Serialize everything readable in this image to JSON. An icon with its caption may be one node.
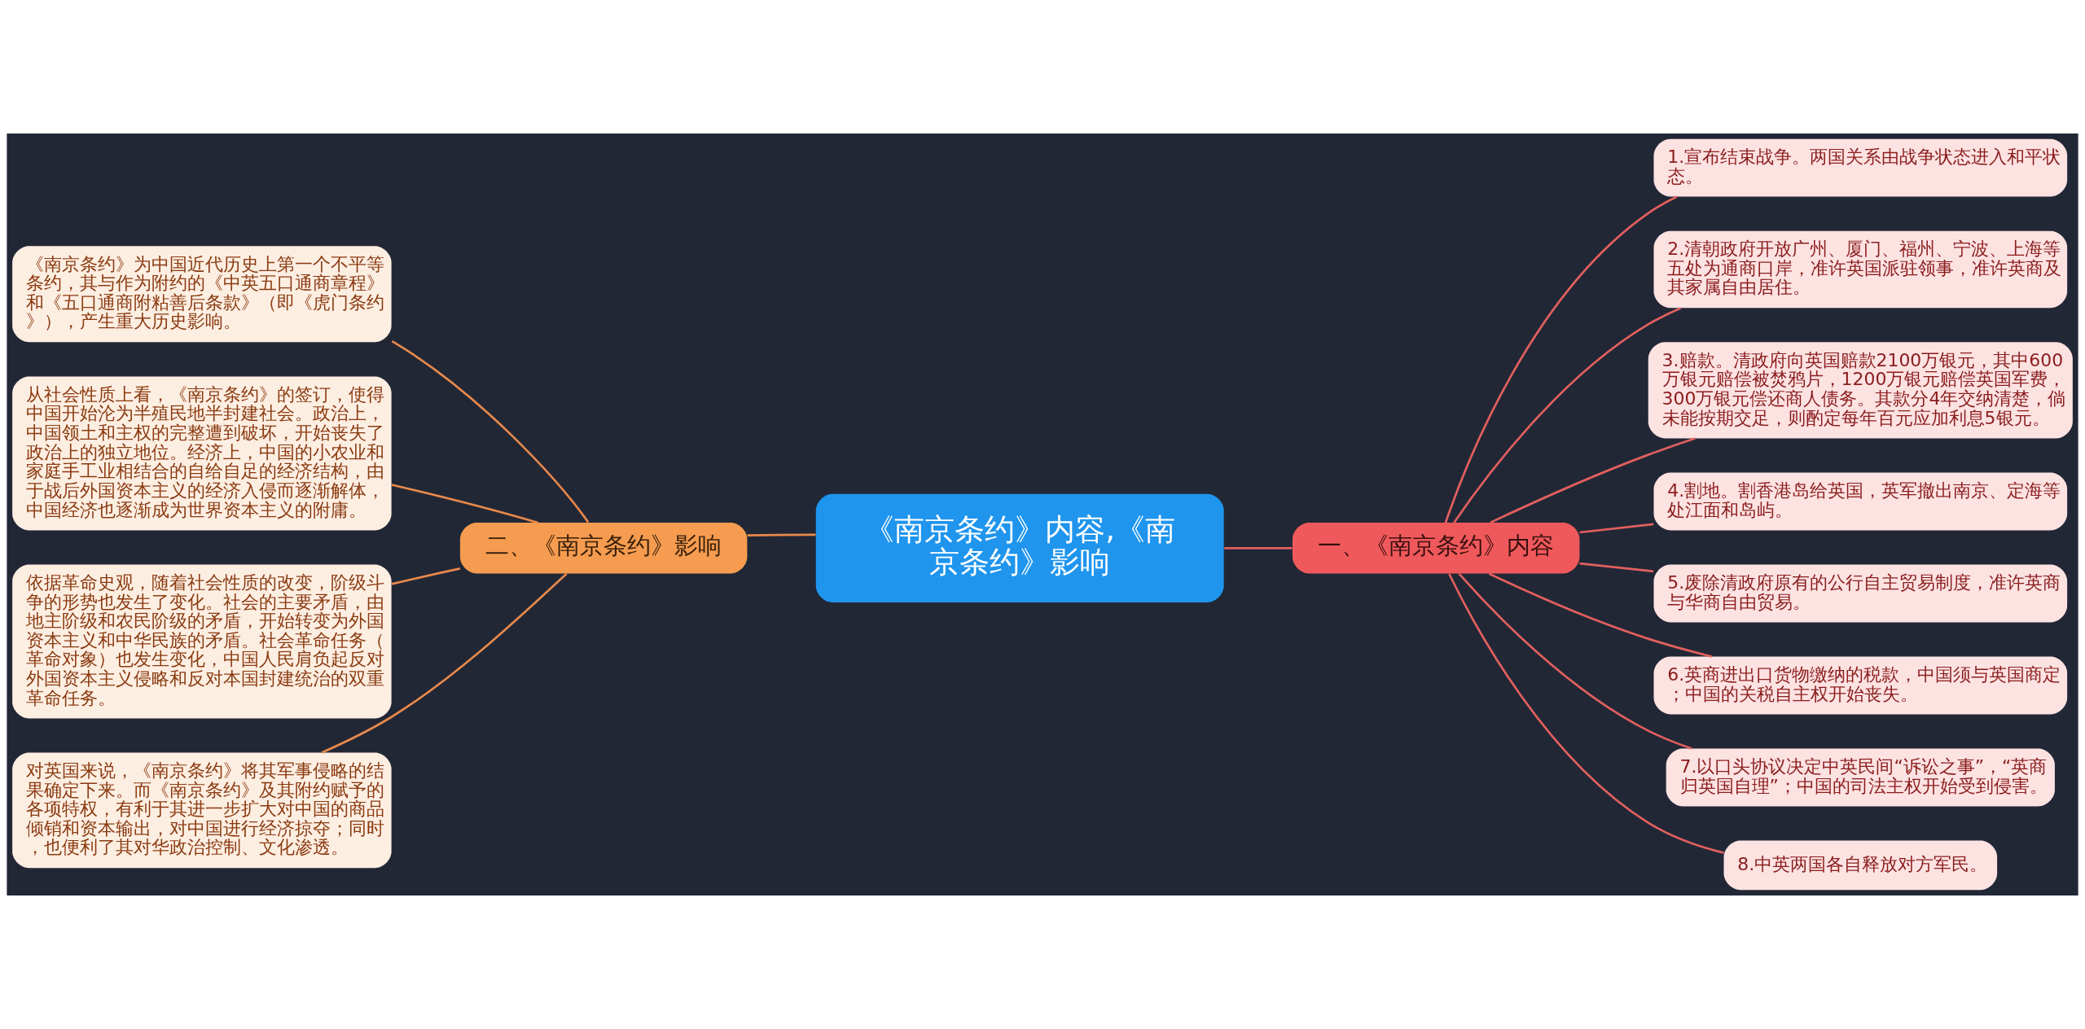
{
  "diagram": {
    "nodes": [
      {
        "text": [
          "《南京条约》内容,《南京条约》影响"
        ]
      },
      {
        "text": [
          "一、《南京条约》内容"
        ]
      },
      {
        "text": [
          "1.宣布结束战争。两国关系由战争状态进入和平状态。"
        ]
      },
      {
        "text": [
          "2.清朝政府开放广州、厦门、福州、宁波、上海等五处为通商口岸，准许英国派驻领事，准许英商及其家属自由居住。"
        ]
      },
      {
        "text": [
          "3.赔款。清政府向英国赔款2100万银元，其中600万银元赔偿被焚鸦片，1200万银元赔偿英国军费，300万银元偿还商人债务。其款分4年交纳清楚，倘未能按期交足，则酌定每年百元应加利息5银元。"
        ]
      },
      {
        "text": [
          "4.割地。割香港岛给英国，英军撤出南京、定海等处江面和岛屿。"
        ]
      },
      {
        "text": [
          "5.废除清政府原有的公行自主贸易制度，准许英商与华商自由贸易。"
        ]
      },
      {
        "text": [
          "6.英商进出口货物缴纳的税款，中国须与英国商定；中国的关税自主权开始丧失。"
        ]
      },
      {
        "text": [
          "7.以口头协议决定中英民间“诉讼之事”，“英商归英国自理”；中国的司法主权开始受到侵害。"
        ]
      },
      {
        "text": [
          "8.中英两国各自释放对方军民。"
        ]
      },
      {
        "text": [
          "二、《南京条约》影响"
        ]
      },
      {
        "text": [
          "《南京条约》为中国近代历史上第一个不平等条约，其与作为附约的《中英五口通商章程》和《五口通商附粘善后条款》（即《虎门条约》），产生重大历史影响。"
        ]
      },
      {
        "text": [
          "从社会性质上看，《南京条约》的签订，使得中国开始沦为半殖民地半封建社会。政治上，中国领土和主权的完整遭到破坏，开始丧失了政治上的独立地位。经济上，中国的小农业和家庭手工业相结合的自给自足的经济结构，由于战后外国资本主义的经济入侵而逐渐解体，中国经济也逐渐成为世界资本主义的附庸。"
        ]
      },
      {
        "text": [
          "依据革命史观，随着社会性质的改变，阶级斗争的形势也发生了变化。社会的主要矛盾，由地主阶级和农民阶级的矛盾，开始转变为外国资本主义和中华民族的矛盾。社会革命任务（革命对象）也发生变化，中国人民肩负起反对外国资本主义侵略和反对本国封建统治的双重革命任务。"
        ]
      },
      {
        "text": [
          "对英国来说，《南京条约》将其军事侵略的结果确定下来。而《南京条约》及其附约赋予的各项特权，有利于其进一步扩大对中国的商品倾销和资本输出，对中国进行经济掠夺；同时，也便利了其对华政治控制、文化渗透。"
        ]
      }
    ],
    "edges": [
      {
        "from": 0,
        "to": 1,
        "arrow": "none"
      },
      {
        "from": 1,
        "to": 2,
        "arrow": "none"
      },
      {
        "from": 1,
        "to": 3,
        "arrow": "none"
      },
      {
        "from": 1,
        "to": 4,
        "arrow": "none"
      },
      {
        "from": 1,
        "to": 5,
        "arrow": "none"
      },
      {
        "from": 1,
        "to": 6,
        "arrow": "none"
      },
      {
        "from": 1,
        "to": 7,
        "arrow": "none"
      },
      {
        "from": 1,
        "to": 8,
        "arrow": "none"
      },
      {
        "from": 1,
        "to": 9,
        "arrow": "none"
      },
      {
        "from": 0,
        "to": 10,
        "arrow": "none",
        "color": "#e8894b"
      },
      {
        "from": 10,
        "to": 11,
        "arrow": "none",
        "color": "#e8894b"
      },
      {
        "from": 10,
        "to": 12,
        "arrow": "none",
        "color": "#e8894b"
      },
      {
        "from": 10,
        "to": 13,
        "arrow": "none",
        "color": "#e8894b"
      },
      {
        "from": 10,
        "to": 14,
        "arrow": "none",
        "color": "#e8894b"
      }
    ]
  }
}
